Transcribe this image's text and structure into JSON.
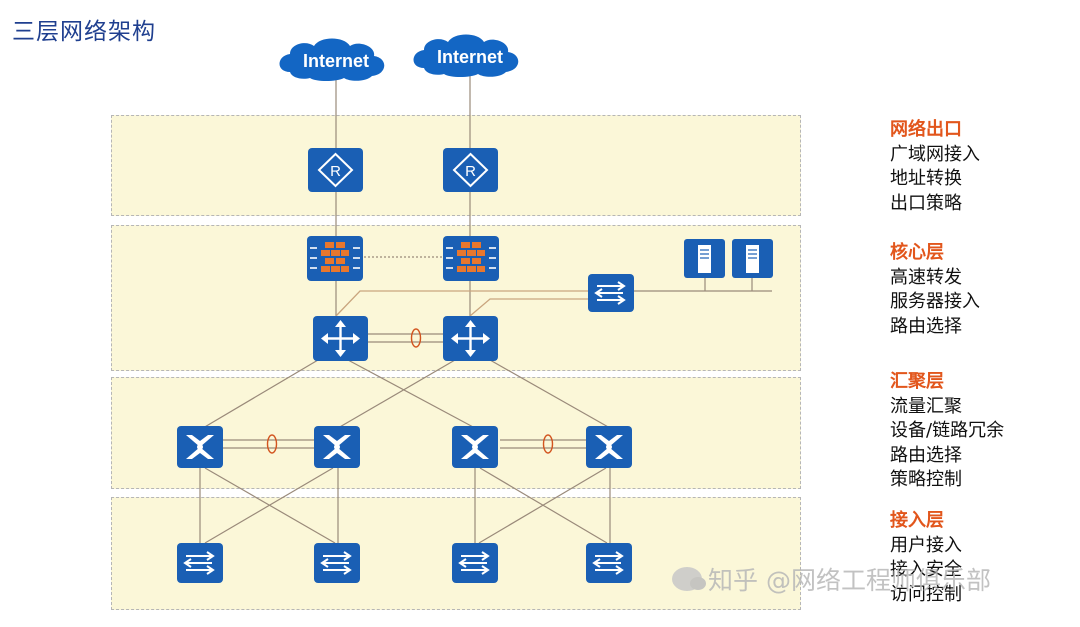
{
  "title": "三层网络架构",
  "clouds": [
    {
      "label": "Internet"
    },
    {
      "label": "Internet"
    }
  ],
  "router_glyph": "R",
  "layers": [
    {
      "heading": "网络出口",
      "items": [
        "广域网接入",
        "地址转换",
        "出口策略"
      ]
    },
    {
      "heading": "核心层",
      "items": [
        "高速转发",
        "服务器接入",
        "路由选择"
      ]
    },
    {
      "heading": "汇聚层",
      "items": [
        "流量汇聚",
        "设备/链路冗余",
        "路由选择",
        "策略控制"
      ]
    },
    {
      "heading": "接入层",
      "items": [
        "用户接入",
        "接入安全",
        "访问控制"
      ]
    }
  ],
  "watermark": "知乎 @网络工程师俱乐部",
  "colors": {
    "device_blue": "#1a5fb4",
    "cloud_blue": "#1366c4",
    "firewall_orange": "#e8772e",
    "band_fill": "#fbf7d8",
    "heading_orange": "#e2561c",
    "link_line": "#9a8a7a",
    "core_link": "#c9a57e"
  }
}
